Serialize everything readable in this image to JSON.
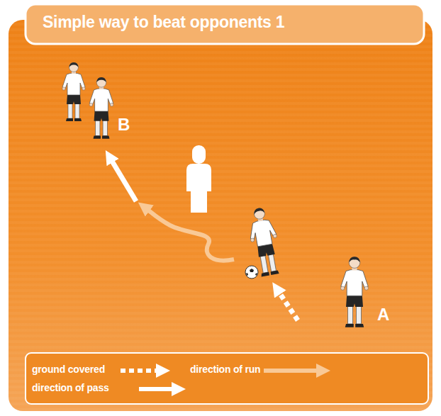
{
  "diagram": {
    "title": "Simple way to beat opponents 1",
    "nodes": [
      {
        "text": [
          "B"
        ]
      },
      {
        "text": [
          "A"
        ]
      }
    ],
    "legend": [
      {
        "text": "ground covered"
      },
      {
        "text": "direction of run"
      },
      {
        "text": "direction of pass"
      }
    ]
  }
}
